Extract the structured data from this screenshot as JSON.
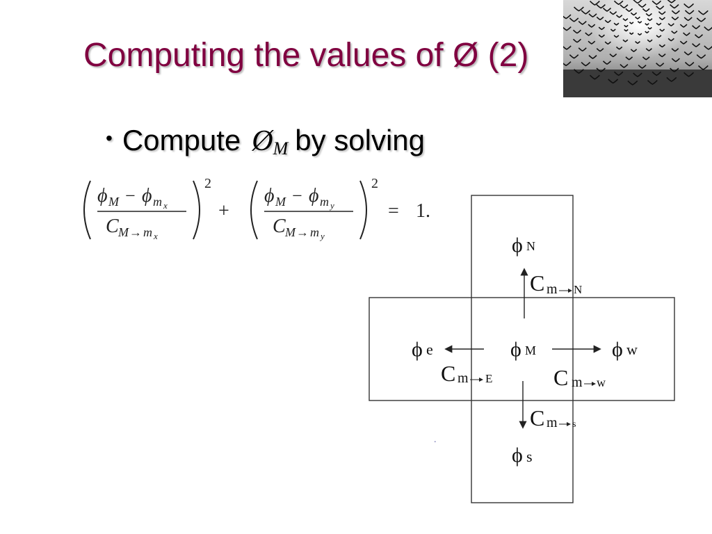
{
  "slide": {
    "title": "Computing the values of Ø (2)",
    "bullet": {
      "marker": "•",
      "prefix": "Compute",
      "variable": "Ø",
      "variable_sub": "M",
      "suffix": "by solving"
    }
  },
  "equation": {
    "phi": "ϕ",
    "M": "M",
    "m": "m",
    "x": "x",
    "y": "y",
    "C": "C",
    "arrow": "→",
    "minus": "−",
    "plus": "+",
    "equals": "=",
    "exponent": "2",
    "rhs": "1."
  },
  "diagram": {
    "phi": "ϕ",
    "nodes": {
      "north": "N",
      "south": "s",
      "east": "e",
      "west": "w",
      "center": "M"
    },
    "cost_labels": {
      "C": "C",
      "m": "m",
      "north": "N",
      "east": "E",
      "west": "w",
      "south": "s"
    },
    "stray_mark": "."
  },
  "icons": [
    "bird-flock-art-icon",
    "arrow-up-icon",
    "arrow-down-icon",
    "arrow-left-icon",
    "arrow-right-icon"
  ]
}
